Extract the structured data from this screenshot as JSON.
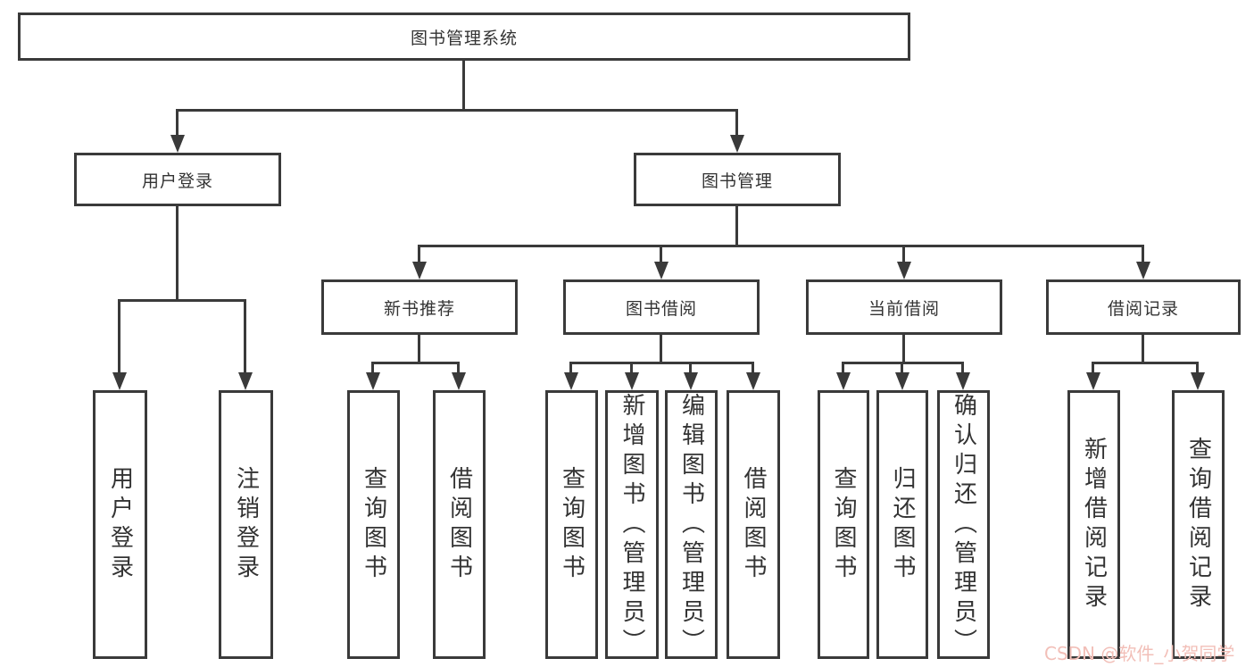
{
  "nodes": {
    "root": "图书管理系统",
    "user_login": "用户登录",
    "book_mgmt": "图书管理",
    "ul_login": "用户登录",
    "ul_logout": "注销登录",
    "new_book_rec": "新书推荐",
    "book_borrow": "图书借阅",
    "current_borrow": "当前借阅",
    "borrow_record": "借阅记录",
    "nb_query": "查询图书",
    "nb_borrow": "借阅图书",
    "bb_query": "查询图书",
    "bb_add": "新增图书（管理员）",
    "bb_edit": "编辑图书（管理员）",
    "bb_borrow": "借阅图书",
    "cb_query": "查询图书",
    "cb_return": "归还图书",
    "cb_confirm": "确认归还（管理员）",
    "br_add": "新增借阅记录",
    "br_query": "查询借阅记录"
  },
  "hierarchy": {
    "图书管理系统": {
      "用户登录": [
        "用户登录",
        "注销登录"
      ],
      "图书管理": {
        "新书推荐": [
          "查询图书",
          "借阅图书"
        ],
        "图书借阅": [
          "查询图书",
          "新增图书（管理员）",
          "编辑图书（管理员）",
          "借阅图书"
        ],
        "当前借阅": [
          "查询图书",
          "归还图书",
          "确认归还（管理员）"
        ],
        "借阅记录": [
          "新增借阅记录",
          "查询借阅记录"
        ]
      }
    }
  },
  "watermark": "CSDN @软件_小贺同学",
  "colors": {
    "line": "#3a3a3a",
    "text": "#333333",
    "background": "#ffffff",
    "watermark": "#f2bfb8"
  }
}
